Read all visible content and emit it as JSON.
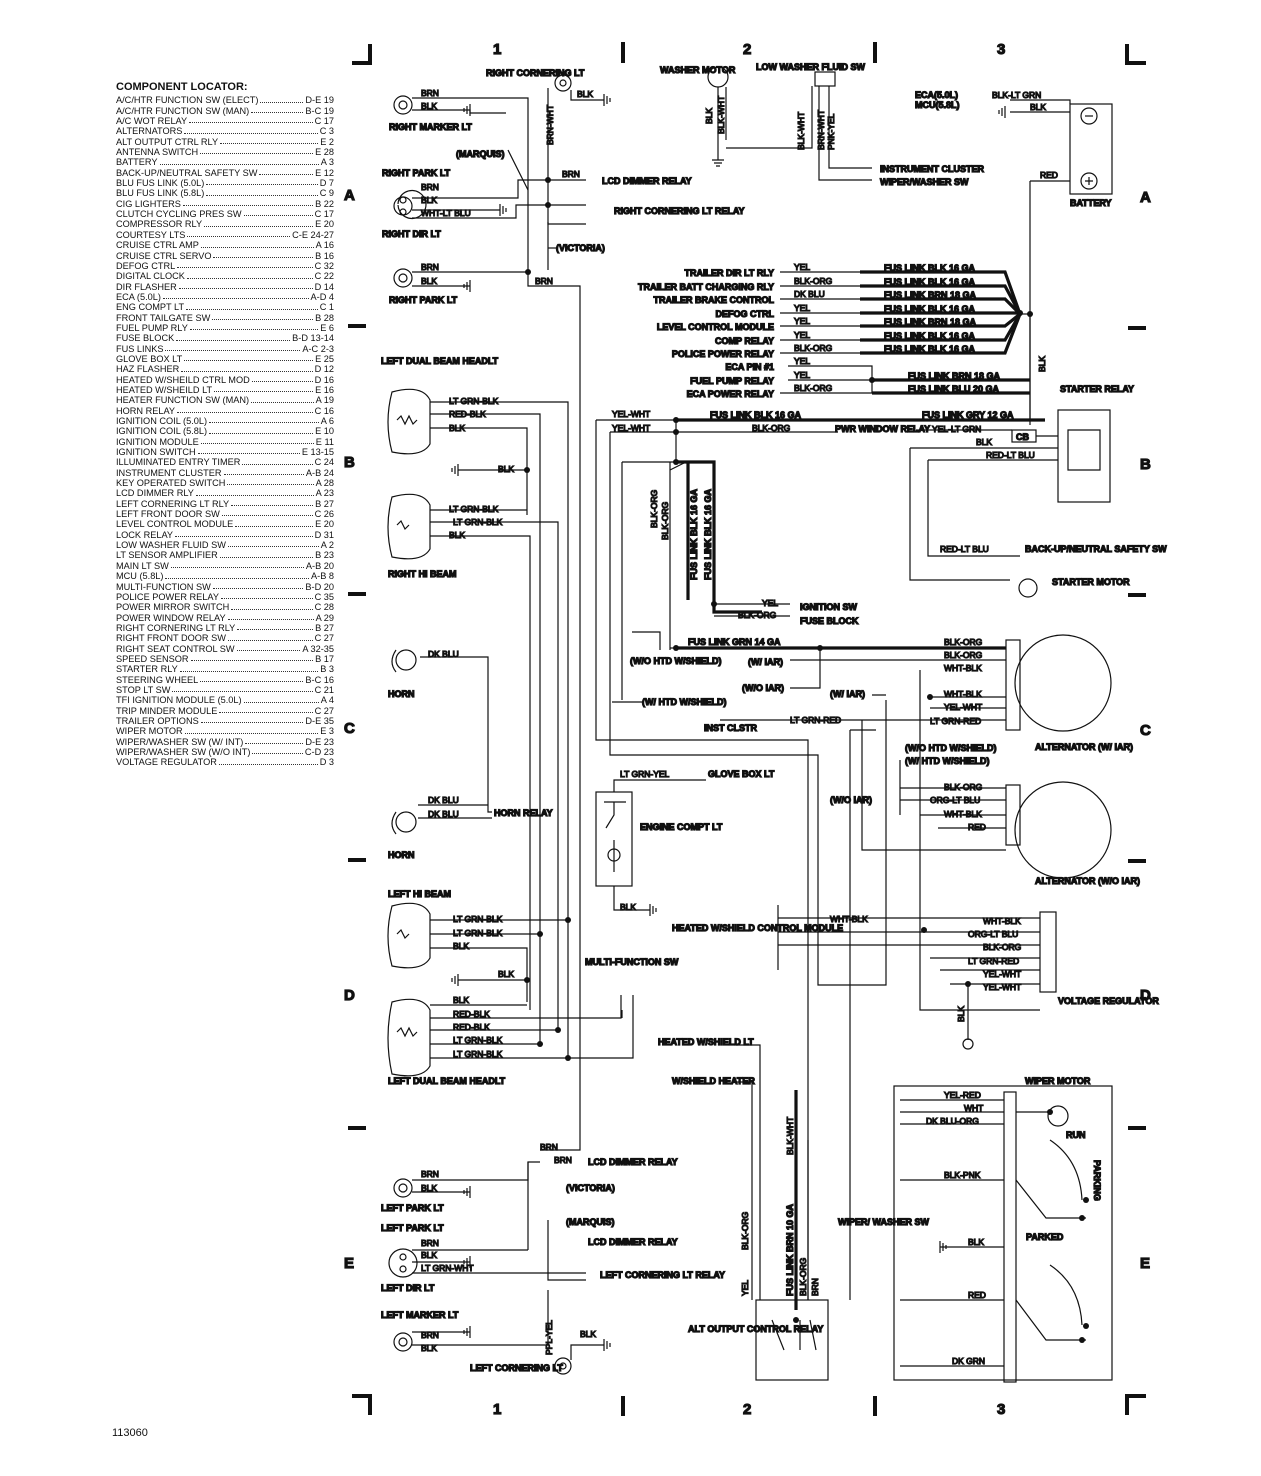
{
  "locator": {
    "title": "COMPONENT LOCATOR:",
    "items": [
      {
        "name": "A/C/HTR FUNCTION SW (ELECT)",
        "ref": "D-E 19"
      },
      {
        "name": "A/C/HTR FUNCTION SW (MAN)",
        "ref": "B-C 19"
      },
      {
        "name": "A/C WOT RELAY",
        "ref": "C 17"
      },
      {
        "name": "ALTERNATORS",
        "ref": "C 3"
      },
      {
        "name": "ALT OUTPUT CTRL RLY",
        "ref": "E 2"
      },
      {
        "name": "ANTENNA SWITCH",
        "ref": "E 28"
      },
      {
        "name": "BATTERY",
        "ref": "A 3"
      },
      {
        "name": "BACK-UP/NEUTRAL SAFETY SW",
        "ref": "E 12"
      },
      {
        "name": "BLU FUS LINK (5.0L)",
        "ref": "D 7"
      },
      {
        "name": "BLU FUS LINK (5.8L)",
        "ref": "C 9"
      },
      {
        "name": "CIG LIGHTERS",
        "ref": "B 22"
      },
      {
        "name": "CLUTCH CYCLING PRES SW",
        "ref": "C 17"
      },
      {
        "name": "COMPRESSOR RLY",
        "ref": "E 20"
      },
      {
        "name": "COURTESY LTS",
        "ref": "C-E 24-27"
      },
      {
        "name": "CRUISE CTRL AMP",
        "ref": "A 16"
      },
      {
        "name": "CRUISE CTRL SERVO",
        "ref": "B 16"
      },
      {
        "name": "DEFOG CTRL",
        "ref": "C 32"
      },
      {
        "name": "DIGITAL CLOCK",
        "ref": "C 22"
      },
      {
        "name": "DIR FLASHER",
        "ref": "D 14"
      },
      {
        "name": "ECA (5.0L)",
        "ref": "A-D 4"
      },
      {
        "name": "ENG COMPT LT",
        "ref": "C 1"
      },
      {
        "name": "FRONT TAILGATE SW",
        "ref": "B 28"
      },
      {
        "name": "FUEL PUMP RLY",
        "ref": "E 6"
      },
      {
        "name": "FUSE BLOCK",
        "ref": "B-D 13-14"
      },
      {
        "name": "FUS LINKS",
        "ref": "A-C 2-3"
      },
      {
        "name": "GLOVE BOX LT",
        "ref": "E 25"
      },
      {
        "name": "HAZ FLASHER",
        "ref": "D 12"
      },
      {
        "name": "HEATED W/SHEILD CTRL MOD",
        "ref": "D 16"
      },
      {
        "name": "HEATED W/SHEILD LT",
        "ref": "E 16"
      },
      {
        "name": "HEATER FUNCTION SW (MAN)",
        "ref": "A 19"
      },
      {
        "name": "HORN RELAY",
        "ref": "C 16"
      },
      {
        "name": "IGNITION COIL (5.0L)",
        "ref": "A 6"
      },
      {
        "name": "IGNITION COIL (5.8L)",
        "ref": "E 10"
      },
      {
        "name": "IGNITION MODULE",
        "ref": "E 11"
      },
      {
        "name": "IGNITION SWITCH",
        "ref": "E 13-15"
      },
      {
        "name": "ILLUMINATED ENTRY TIMER",
        "ref": "C 24"
      },
      {
        "name": "INSTRUMENT CLUSTER",
        "ref": "A-B 24"
      },
      {
        "name": "KEY OPERATED SWITCH",
        "ref": "A 28"
      },
      {
        "name": "LCD DIMMER RLY",
        "ref": "A 23"
      },
      {
        "name": "LEFT CORNERING LT RLY",
        "ref": "B 27"
      },
      {
        "name": "LEFT FRONT DOOR SW",
        "ref": "C 26"
      },
      {
        "name": "LEVEL CONTROL MODULE",
        "ref": "E 20"
      },
      {
        "name": "LOCK RELAY",
        "ref": "D 31"
      },
      {
        "name": "LOW WASHER FLUID SW",
        "ref": "A 2"
      },
      {
        "name": "LT SENSOR AMPLIFIER",
        "ref": "B 23"
      },
      {
        "name": "MAIN LT SW",
        "ref": "A-B 20"
      },
      {
        "name": "MCU (5.8L)",
        "ref": "A-B 8"
      },
      {
        "name": "MULTI-FUNCTION SW",
        "ref": "B-D 20"
      },
      {
        "name": "POLICE POWER RELAY",
        "ref": "C 35"
      },
      {
        "name": "POWER MIRROR SWITCH",
        "ref": "C 28"
      },
      {
        "name": "POWER WINDOW RELAY",
        "ref": "A 29"
      },
      {
        "name": "RIGHT CORNERING LT RLY",
        "ref": "B 27"
      },
      {
        "name": "RIGHT FRONT DOOR SW",
        "ref": "C 27"
      },
      {
        "name": "RIGHT SEAT CONTROL SW",
        "ref": "A 32-35"
      },
      {
        "name": "SPEED SENSOR",
        "ref": "B 17"
      },
      {
        "name": "STARTER RLY",
        "ref": "B 3"
      },
      {
        "name": "STEERING WHEEL",
        "ref": "B-C 16"
      },
      {
        "name": "STOP LT SW",
        "ref": "C 21"
      },
      {
        "name": "TFI IGNITION MODULE (5.0L)",
        "ref": "A 4"
      },
      {
        "name": "TRIP MINDER MODULE",
        "ref": "C 27"
      },
      {
        "name": "TRAILER OPTIONS",
        "ref": "D-E 35"
      },
      {
        "name": "WIPER MOTOR",
        "ref": "E 3"
      },
      {
        "name": "WIPER/WASHER SW (W/ INT)",
        "ref": "D-E 23"
      },
      {
        "name": "WIPER/WASHER SW (W/O INT)",
        "ref": "C-D 23"
      },
      {
        "name": "VOLTAGE REGULATOR",
        "ref": "D 3"
      }
    ]
  },
  "grid": {
    "columns": [
      "1",
      "2",
      "3"
    ],
    "rows": [
      "A",
      "B",
      "C",
      "D",
      "E"
    ]
  },
  "figure_number": "113060",
  "components": {
    "right_cornering_lt": "RIGHT CORNERING LT",
    "right_marker_lt": "RIGHT MARKER LT",
    "marquis": "(MARQUIS)",
    "right_park_lt": "RIGHT PARK LT",
    "right_dir_lt": "RIGHT DIR LT",
    "right_park_lt_2": "RIGHT PARK LT",
    "victoria": "(VICTORIA)",
    "lcd_dimmer_relay": "LCD DIMMER RELAY",
    "right_cornering_lt_relay": "RIGHT CORNERING LT RELAY",
    "washer_motor": "WASHER MOTOR",
    "low_washer_fluid_sw": "LOW WASHER FLUID SW",
    "instrument_cluster": "INSTRUMENT CLUSTER",
    "wiper_washer_sw": "WIPER/WASHER SW",
    "eca": "ECA(5.0L)",
    "mcu": "MCU(5.8L)",
    "battery": "BATTERY",
    "trailer_dir_lt_rly": "TRAILER DIR LT RLY",
    "trailer_batt_charging_rly": "TRAILER BATT CHARGING RLY",
    "trailer_brake_control": "TRAILER BRAKE CONTROL",
    "defog_ctrl": "DEFOG CTRL",
    "level_control_module": "LEVEL CONTROL MODULE",
    "comp_relay": "COMP RELAY",
    "police_power_relay": "POLICE POWER RELAY",
    "eca_pin_1": "ECA PIN #1",
    "fuel_pump_relay": "FUEL PUMP RELAY",
    "eca_power_relay": "ECA POWER RELAY",
    "starter_relay": "STARTER RELAY",
    "pwr_window_relay": "PWR WINDOW RELAY",
    "cb": "CB",
    "left_dual_beam_headlt": "LEFT DUAL BEAM HEADLT",
    "right_hi_beam": "RIGHT HI BEAM",
    "back_up_safety_sw": "BACK-UP/NEUTRAL SAFETY SW",
    "starter_motor": "STARTER MOTOR",
    "ignition_sw": "IGNITION SW",
    "fuse_block": "FUSE BLOCK",
    "horn": "HORN",
    "horn_2": "HORN",
    "horn_relay": "HORN RELAY",
    "wo_htd_wshield": "(W/O HTD W/SHIELD)",
    "w_htd_wshield": "(W/ HTD W/SHIELD)",
    "w_iar": "(W/ IAR)",
    "wo_iar": "(W/O IAR)",
    "w_iar_2": "(W/ IAR)",
    "inst_clstr": "INST CLSTR",
    "alternator_w_iar": "ALTERNATOR (W/ IAR)",
    "wo_htd_wshield_2": "(W/O HTD W/SHIELD)",
    "w_htd_wshield_2": "(W/ HTD W/SHIELD)",
    "wo_iar_2": "(W/O IAR)",
    "glove_box_lt": "GLOVE BOX LT",
    "engine_compt_lt": "ENGINE COMPT LT",
    "alternator_wo_iar": "ALTERNATOR (W/O IAR)",
    "left_hi_beam": "LEFT HI BEAM",
    "heated_wshield_control_module": "HEATED W/SHIELD CONTROL MODULE",
    "multi_function_sw": "MULTI-FUNCTION SW",
    "voltage_regulator": "VOLTAGE REGULATOR",
    "left_dual_beam_headlt_2": "LEFT DUAL BEAM HEADLT",
    "heated_wshield_lt": "HEATED W/SHIELD LT",
    "wshield_heater": "W/SHIELD HEATER",
    "wiper_motor": "WIPER MOTOR",
    "run": "RUN",
    "parking": "PARKING",
    "parked": "PARKED",
    "wiper_washer_sw_2": "WIPER/ WASHER SW",
    "lcd_dimmer_relay_2": "LCD DIMMER RELAY",
    "victoria_2": "(VICTORIA)",
    "left_park_lt": "LEFT PARK LT",
    "left_park_lt_2": "LEFT PARK LT",
    "marquis_2": "(MARQUIS)",
    "lcd_dimmer_relay_3": "LCD DIMMER RELAY",
    "left_dir_lt": "LEFT DIR LT",
    "left_cornering_lt_relay": "LEFT CORNERING LT RELAY",
    "left_marker_lt": "LEFT MARKER LT",
    "left_cornering_lt": "LEFT CORNERING LT",
    "alt_output_control_relay": "ALT OUTPUT CONTROL RELAY"
  },
  "wires": {
    "fus_links": [
      "FUS LINK BLK 16 GA",
      "FUS LINK BLK 16 GA",
      "FUS LINK BRN 18 GA",
      "FUS LINK BLK 16 GA",
      "FUS LINK BRN 18 GA",
      "FUS LINK BLK 16 GA",
      "FUS LINK BLK 16 GA",
      "FUS LINK BRN 18 GA",
      "FUS LINK BLU 20 GA",
      "FUS LINK BLK 16 GA",
      "FUS LINK GRY 12 GA"
    ],
    "relay_wires": [
      "YEL",
      "BLK-ORG",
      "DK BLU",
      "YEL",
      "YEL",
      "YEL",
      "BLK-ORG",
      "YEL",
      "YEL",
      "BLK-ORG"
    ],
    "labels": [
      "BRN",
      "BLK",
      "BLK",
      "BRN-WHT",
      "BRN",
      "BRN",
      "BLK",
      "WHT-LT BLU",
      "BRN",
      "BLK",
      "BRN",
      "BLK",
      "BLK-WHT",
      "BLK-WHT",
      "BRN-WHT",
      "PNK-YEL",
      "BLK-LT GRN",
      "BLK",
      "RED",
      "YEL-WHT",
      "YEL-WHT",
      "BLK-ORG",
      "YEL-LT GRN",
      "BLK",
      "RED-LT BLU",
      "BLK",
      "BLK-ORG",
      "BLK-ORG",
      "FUS LINK BLK 16 GA",
      "FUS LINK BLK 16 GA",
      "YEL",
      "BLK-ORG",
      "RED-LT BLU",
      "FUS LINK GRN 14 GA",
      "LT GRN-BLK",
      "RED-BLK",
      "BLK",
      "BLK",
      "LT GRN-BLK",
      "LT GRN-BLK",
      "BLK",
      "DK BLU",
      "DK BLU",
      "DK BLU",
      "BLK-ORG",
      "BLK-ORG",
      "WHT-BLK",
      "WHT-BLK",
      "YEL-WHT",
      "LT GRN-RED",
      "LT GRN-RED",
      "LT GRN-YEL",
      "BLK-ORG",
      "ORG-LT BLU",
      "WHT-BLK",
      "RED",
      "BLK",
      "LT GRN-BLK",
      "LT GRN-BLK",
      "BLK",
      "BLK",
      "BLK",
      "RED-BLK",
      "RED-BLK",
      "LT GRN-BLK",
      "LT GRN-BLK",
      "WHT-BLK",
      "WHT-BLK",
      "ORG-LT BLU",
      "BLK-ORG",
      "LT GRN-RED",
      "YEL-WHT",
      "YEL-WHT",
      "BLK",
      "BLK-ORG",
      "BLK-WHT",
      "YEL",
      "FUS LINK BRN 10 GA",
      "BLK-ORG",
      "BRN",
      "YEL-RED",
      "WHT",
      "DK BLU-ORG",
      "BLK-PNK",
      "BLK",
      "RED",
      "DK GRN",
      "BRN",
      "BRN",
      "BRN",
      "BLK",
      "BRN",
      "BLK",
      "LT GRN-WHT",
      "BRN",
      "BLK",
      "PPL-YEL",
      "BLK"
    ]
  }
}
